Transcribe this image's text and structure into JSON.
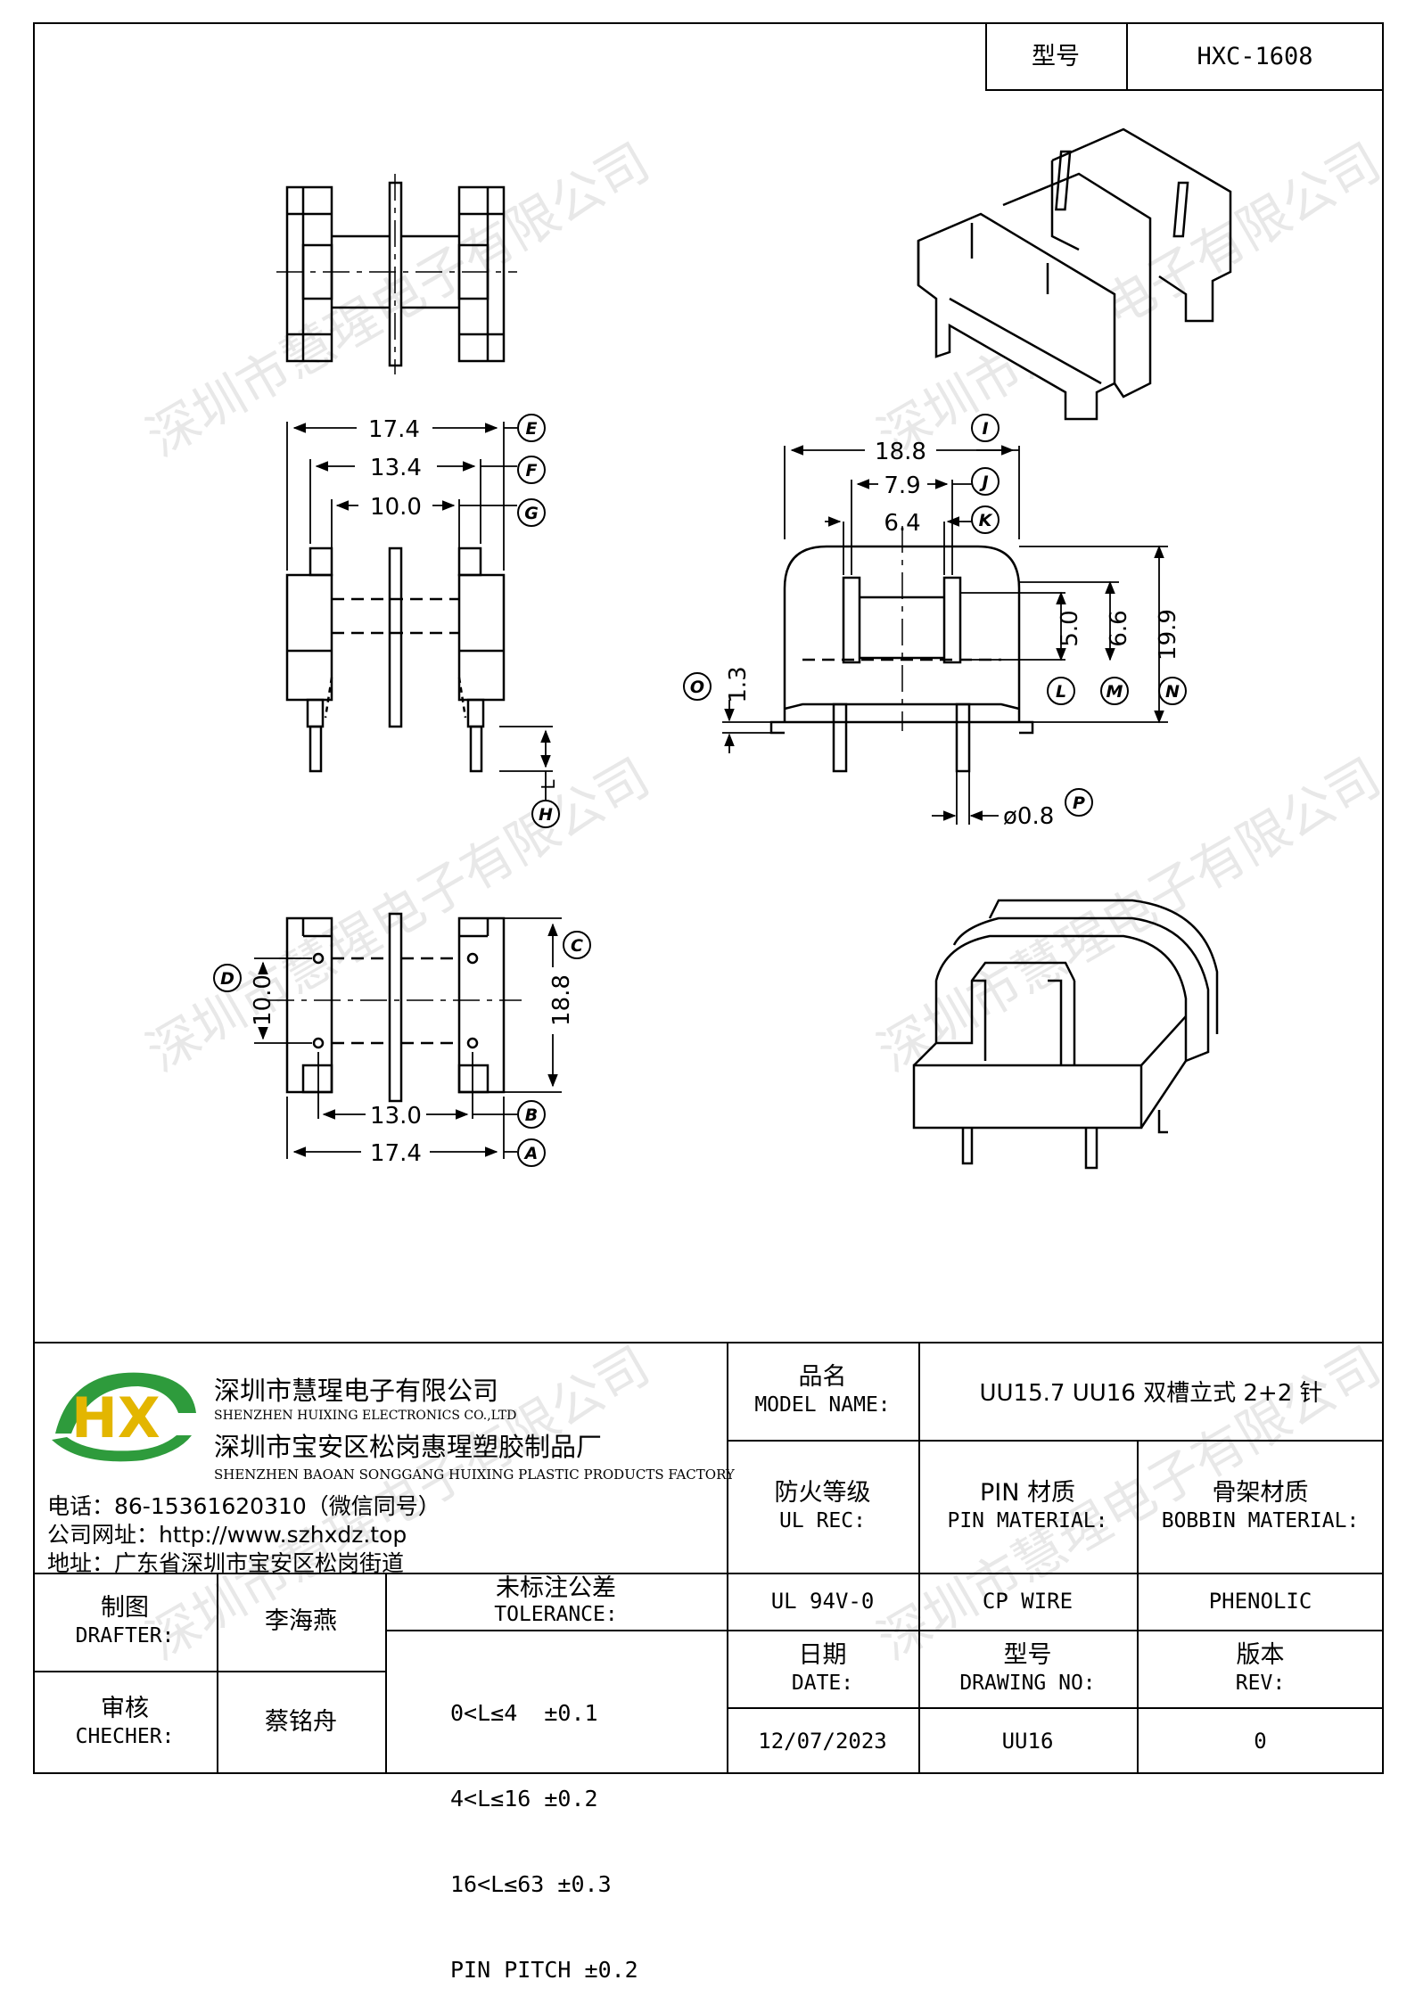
{
  "header": {
    "model_label": "型号",
    "model_value": "HXC-1608"
  },
  "drawing": {
    "dims": {
      "e": "17.4",
      "f": "13.4",
      "g": "10.0",
      "i": "18.8",
      "j": "7.9",
      "k": "6.4",
      "l": "5.0",
      "m": "6.6",
      "n": "19.9",
      "o": "1.3",
      "p": "ø0.8",
      "c": "18.8",
      "d": "10.0",
      "b": "13.0",
      "a": "17.4"
    },
    "callouts": {
      "e": "E",
      "f": "F",
      "g": "G",
      "h": "H",
      "i": "I",
      "j": "J",
      "k": "K",
      "l": "L",
      "m": "M",
      "n": "N",
      "o": "O",
      "p": "P",
      "c": "C",
      "d": "D",
      "b": "B",
      "a": "A",
      "h_dim": "L"
    }
  },
  "watermark": {
    "text": "深圳市慧瑆电子有限公司"
  },
  "company": {
    "logo_letters": "HX",
    "name_cn": "深圳市慧瑆电子有限公司",
    "name_en": "SHENZHEN HUIXING ELECTRONICS CO.,LTD",
    "factory_cn": "深圳市宝安区松岗惠瑆塑胶制品厂",
    "factory_en": "SHENZHEN BAOAN SONGGANG HUIXING PLASTIC PRODUCTS FACTORY",
    "phone": "电话：86-15361620310（微信同号）",
    "website": "公司网址：http://www.szhxdz.top",
    "address": "地址：广东省深圳市宝安区松岗街道"
  },
  "title_block": {
    "model_name_cn": "品名",
    "model_name_en": "MODEL NAME:",
    "model_name_value": "UU15.7 UU16 双槽立式 2+2 针",
    "ul_cn": "防火等级",
    "ul_en": "UL REC:",
    "ul_value": "UL 94V-0",
    "pin_cn": "PIN 材质",
    "pin_en": "PIN MATERIAL:",
    "pin_value": "CP WIRE",
    "bobbin_cn": "骨架材质",
    "bobbin_en": "BOBBIN MATERIAL:",
    "bobbin_value": "PHENOLIC",
    "drafter_cn": "制图",
    "drafter_en": "DRAFTER:",
    "drafter_value": "李海燕",
    "checker_cn": "审核",
    "checker_en": "CHECHER:",
    "checker_value": "蔡铭舟",
    "tolerance_cn": "未标注公差",
    "tolerance_en": "TOLERANCE:",
    "tolerance_lines": [
      "0<L≤4  ±0.1",
      "4<L≤16 ±0.2",
      "16<L≤63 ±0.3",
      "PIN PITCH ±0.2"
    ],
    "date_cn": "日期",
    "date_en": "DATE:",
    "date_value": "12/07/2023",
    "drawing_no_cn": "型号",
    "drawing_no_en": "DRAWING NO:",
    "drawing_no_value": "UU16",
    "rev_cn": "版本",
    "rev_en": "REV:",
    "rev_value": "0"
  }
}
